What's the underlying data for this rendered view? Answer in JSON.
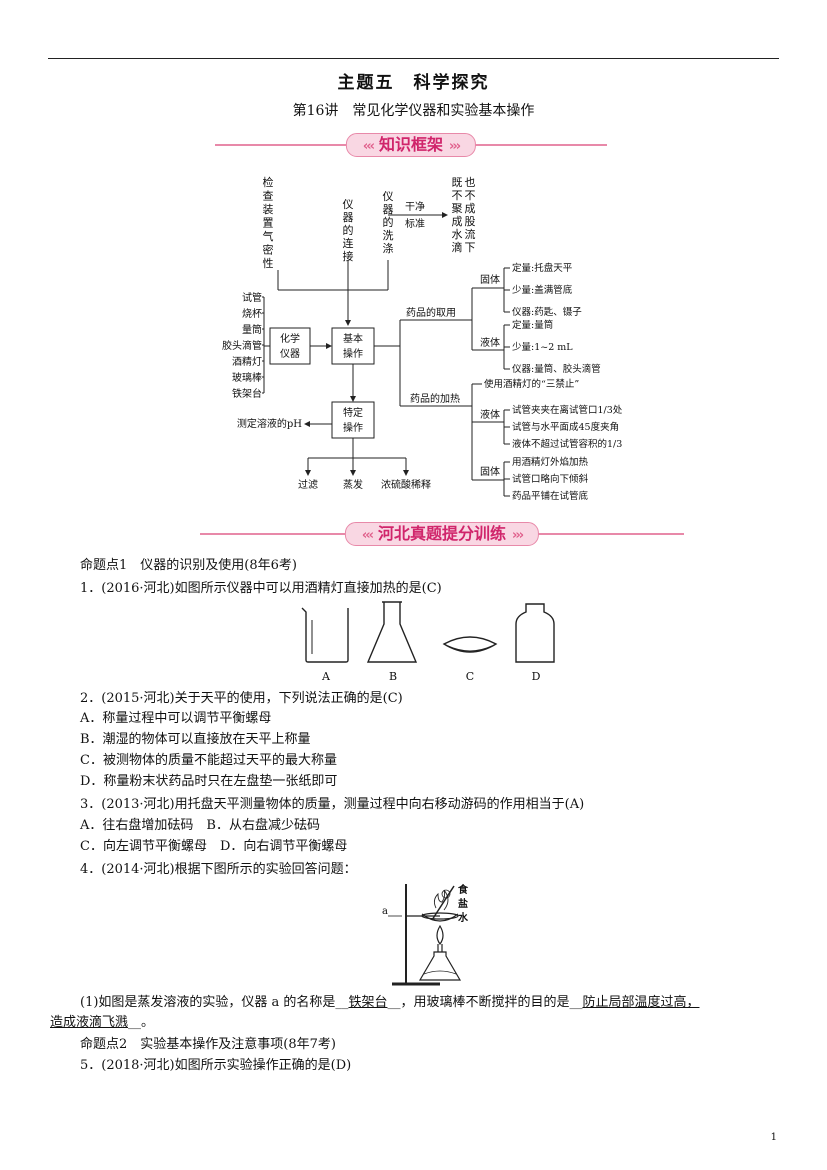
{
  "header": {
    "title": "主题五　科学探究",
    "subtitle": "第16讲　常见化学仪器和实验基本操作"
  },
  "banner1": "知识框架",
  "banner2": "河北真题提分训练",
  "diagram": {
    "check": "检查装置气密性",
    "connect": "仪器的连接",
    "wash": "仪器的洗涤",
    "clean": [
      "干净",
      "标准"
    ],
    "clean_std": "既不聚成水滴也不成股流下",
    "instruments_list": [
      "试管",
      "烧杯",
      "量筒",
      "胶头滴管",
      "酒精灯",
      "玻璃棒",
      "铁架台"
    ],
    "chem_instr": [
      "化学",
      "仪器"
    ],
    "basic_op": [
      "基本",
      "操作"
    ],
    "special_op": [
      "特定",
      "操作"
    ],
    "ph": "测定溶液的pH",
    "special_items": [
      "过滤",
      "蒸发",
      "浓硫酸稀释"
    ],
    "take": "药品的取用",
    "heat": "药品的加热",
    "solid": "固体",
    "liquid": "液体",
    "take_solid": [
      "定量:托盘天平",
      "少量:盖满管底",
      "仪器:药匙、镊子"
    ],
    "take_liquid": [
      "定量:量筒",
      "少量:1~2 mL",
      "仪器:量筒、胶头滴管"
    ],
    "lamp_note": "使用酒精灯的“三禁止”",
    "heat_liquid": [
      "试管夹夹在离试管口1/3处",
      "试管与水平面成45度夹角",
      "液体不超过试管容积的1/3"
    ],
    "heat_solid": [
      "用酒精灯外焰加热",
      "试管口略向下倾斜",
      "药品平铺在试管底"
    ]
  },
  "section1": "命题点1　仪器的识别及使用(8年6考)",
  "q1": {
    "stem": "1．(2016·河北)如图所示仪器中可以用酒精灯直接加热的是(C)",
    "labels": [
      "A",
      "B",
      "C",
      "D"
    ]
  },
  "q2": {
    "stem": "2．(2015·河北)关于天平的使用，下列说法正确的是(C)",
    "options": [
      "A．称量过程中可以调节平衡螺母",
      "B．潮湿的物体可以直接放在天平上称量",
      "C．被测物体的质量不能超过天平的最大称量",
      "D．称量粉末状药品时只在左盘垫一张纸即可"
    ]
  },
  "q3": {
    "stem": "3．(2013·河北)用托盘天平测量物体的质量，测量过程中向右移动游码的作用相当于(A)",
    "options": [
      "A．往右盘增加砝码　B．从右盘减少砝码",
      "C．向左调节平衡螺母　D．向右调节平衡螺母"
    ]
  },
  "q4": {
    "stem": "4．(2014·河北)根据下图所示的实验回答问题：",
    "fig_a": "a",
    "fig_salt": "食盐水",
    "ans_pre": "(1)如图是蒸发溶液的实验，仪器 a 的名称是__",
    "ans1": "铁架台",
    "ans_mid": "__，用玻璃棒不断搅拌的目的是__",
    "ans2a": "防止局部温度过高，",
    "ans2b": "造成液滴飞溅",
    "ans_end": "__。"
  },
  "section2": "命题点2　实验基本操作及注意事项(8年7考)",
  "q5": {
    "stem": "5．(2018·河北)如图所示实验操作正确的是(D)"
  },
  "page_number": "1"
}
